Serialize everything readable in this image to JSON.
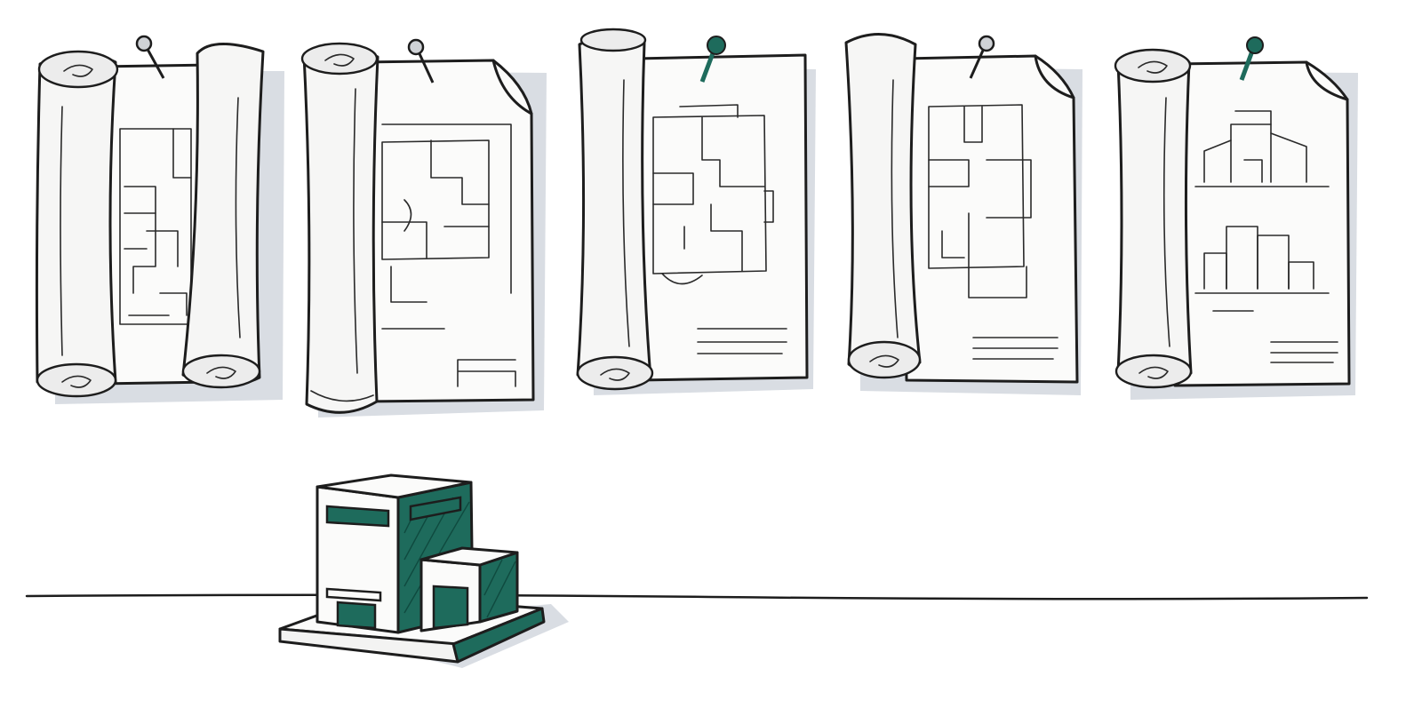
{
  "colors": {
    "ink": "#1d1d1d",
    "paper": "#fbfbfa",
    "shadow": "#d9dde3",
    "accent": "#1e6b5c",
    "pin_metal": "#cfd2d6"
  },
  "blueprints": [
    {
      "style": "double-roll",
      "pin": "metal-pin-icon",
      "drawing": "floor-plan"
    },
    {
      "style": "left-roll-curled",
      "pin": "metal-pin-icon",
      "drawing": "floor-plan"
    },
    {
      "style": "left-roll",
      "pin": "green-pin-icon",
      "drawing": "floor-plan"
    },
    {
      "style": "left-roll-curled",
      "pin": "metal-pin-icon",
      "drawing": "floor-plan"
    },
    {
      "style": "left-roll-curled",
      "pin": "green-pin-icon",
      "drawing": "elevation"
    }
  ],
  "building": {
    "icon": "building-model-icon"
  },
  "ground": {
    "icon": "ground-line"
  }
}
